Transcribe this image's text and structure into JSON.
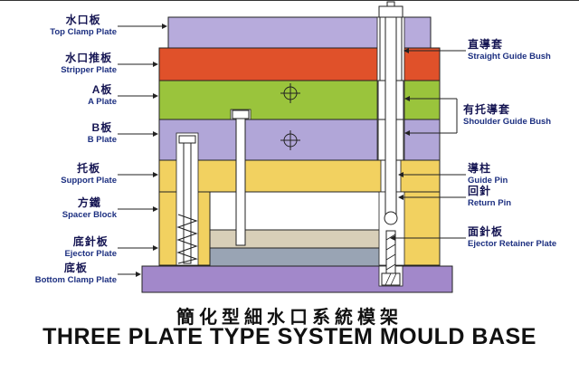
{
  "diagram": {
    "left_labels": [
      {
        "cn": "水口板",
        "en": "Top Clamp Plate"
      },
      {
        "cn": "水口推板",
        "en": "Stripper Plate"
      },
      {
        "cn": "A板",
        "en": "A Plate"
      },
      {
        "cn": "B板",
        "en": "B Plate"
      },
      {
        "cn": "托板",
        "en": "Support Plate"
      },
      {
        "cn": "方鐵",
        "en": "Spacer Block"
      },
      {
        "cn": "底針板",
        "en": "Ejector Plate"
      },
      {
        "cn": "底板",
        "en": "Bottom Clamp Plate"
      }
    ],
    "right_labels": [
      {
        "cn": "直導套",
        "en": "Straight Guide Bush"
      },
      {
        "cn": "有托導套",
        "en": "Shoulder Guide Bush"
      },
      {
        "cn": "導柱",
        "en": "Guide Pin"
      },
      {
        "cn": "回針",
        "en": "Return Pin"
      },
      {
        "cn": "面針板",
        "en": "Ejector Retainer Plate"
      }
    ]
  },
  "titles": {
    "chinese": "簡化型細水口系統模架",
    "english": "THREE PLATE TYPE SYSTEM MOULD BASE"
  },
  "colors": {
    "top_clamp_plate": "#b7abdc",
    "stripper_plate": "#e0512a",
    "a_plate": "#9ac43c",
    "b_plate": "#b1a6d8",
    "support_plate": "#f2d160",
    "spacer_block": "#f2d160",
    "ejector_retainer_plate": "#d8cfb8",
    "ejector_plate": "#99a4b4",
    "bottom_clamp_plate": "#a288ca",
    "label_cn": "#161653",
    "label_en": "#1c2f80",
    "title": "#111111"
  }
}
